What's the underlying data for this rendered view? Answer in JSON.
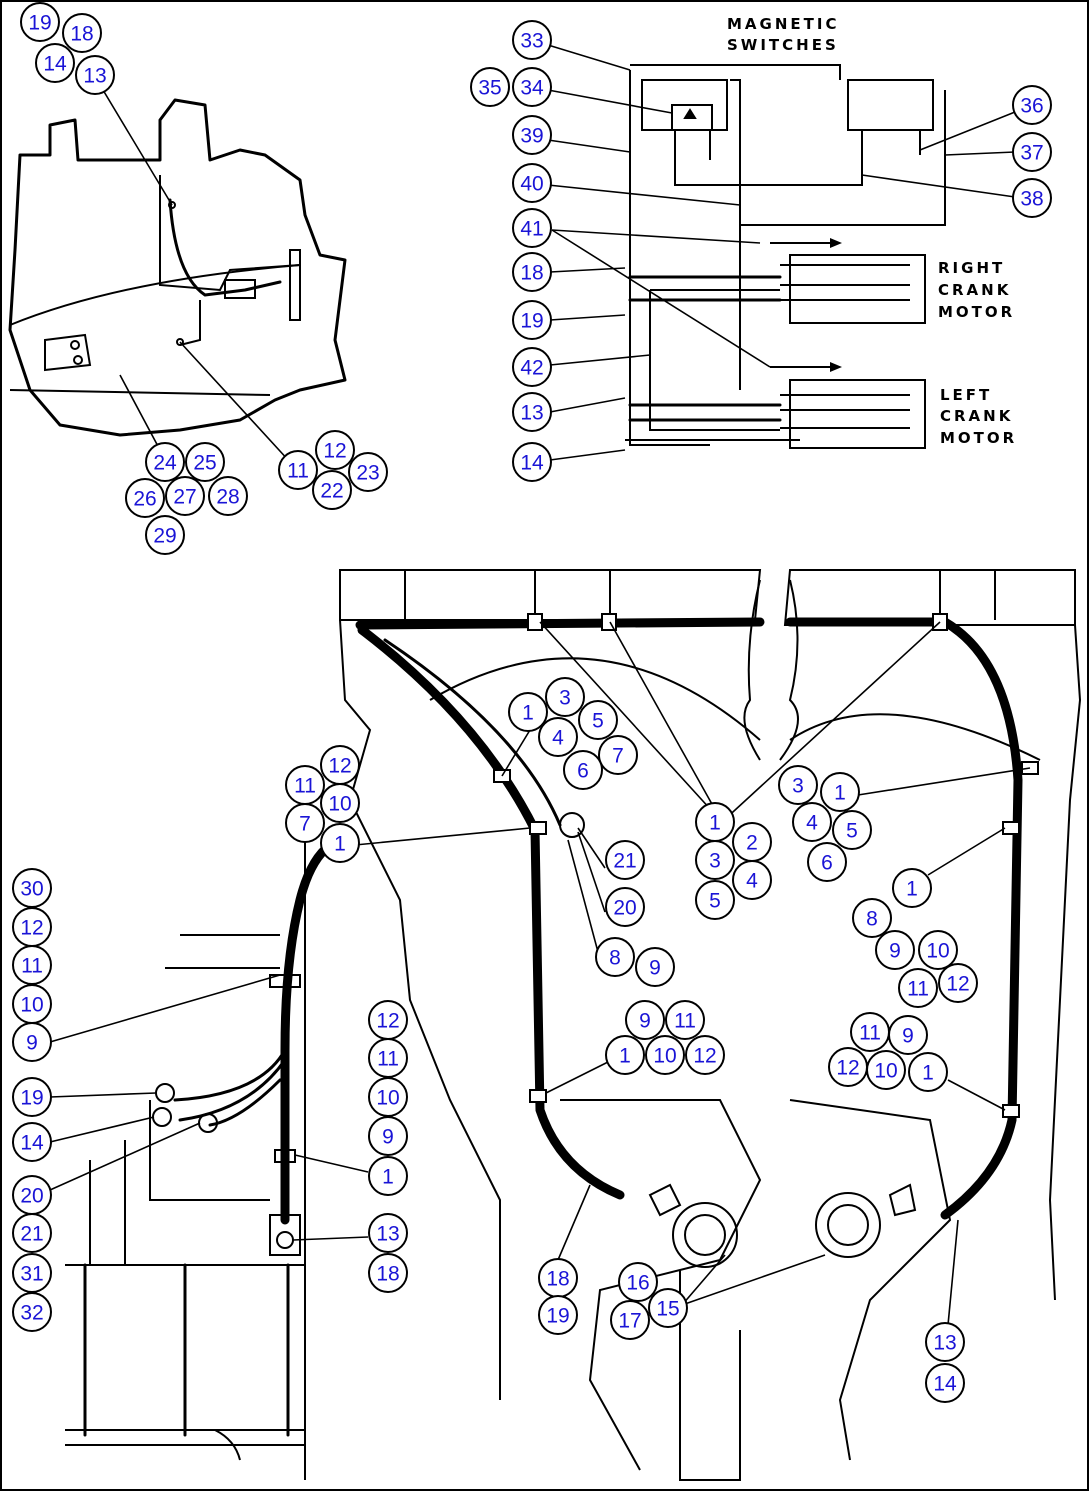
{
  "labels": {
    "magnetic_switches": [
      "MAGNETIC",
      "SWITCHES"
    ],
    "right_crank_motor": [
      "RIGHT",
      "CRANK",
      "MOTOR"
    ],
    "left_crank_motor": [
      "LEFT",
      "CRANK",
      "MOTOR"
    ]
  },
  "callouts": {
    "top_left": [
      "19",
      "18",
      "14",
      "13",
      "24",
      "25",
      "26",
      "27",
      "28",
      "29",
      "11",
      "12",
      "22",
      "23"
    ],
    "top_right": [
      "33",
      "35",
      "34",
      "39",
      "40",
      "41",
      "18",
      "19",
      "42",
      "13",
      "14",
      "36",
      "37",
      "38"
    ],
    "bottom_left": [
      "30",
      "12",
      "11",
      "10",
      "9",
      "19",
      "14",
      "20",
      "21",
      "31",
      "32",
      "12",
      "11",
      "10",
      "9",
      "1",
      "13",
      "18"
    ],
    "bottom_right": [
      "12",
      "11",
      "10",
      "7",
      "1",
      "1",
      "3",
      "5",
      "4",
      "7",
      "6",
      "21",
      "20",
      "8",
      "9",
      "1",
      "2",
      "3",
      "4",
      "5",
      "3",
      "1",
      "4",
      "5",
      "6",
      "8",
      "1",
      "9",
      "10",
      "11",
      "12",
      "9",
      "11",
      "1",
      "10",
      "12",
      "11",
      "9",
      "12",
      "10",
      "1",
      "18",
      "19",
      "16",
      "17",
      "15",
      "13",
      "14"
    ]
  },
  "colors": {
    "ink": "#000000",
    "callout_text": "#1a14d6",
    "background": "#ffffff"
  }
}
